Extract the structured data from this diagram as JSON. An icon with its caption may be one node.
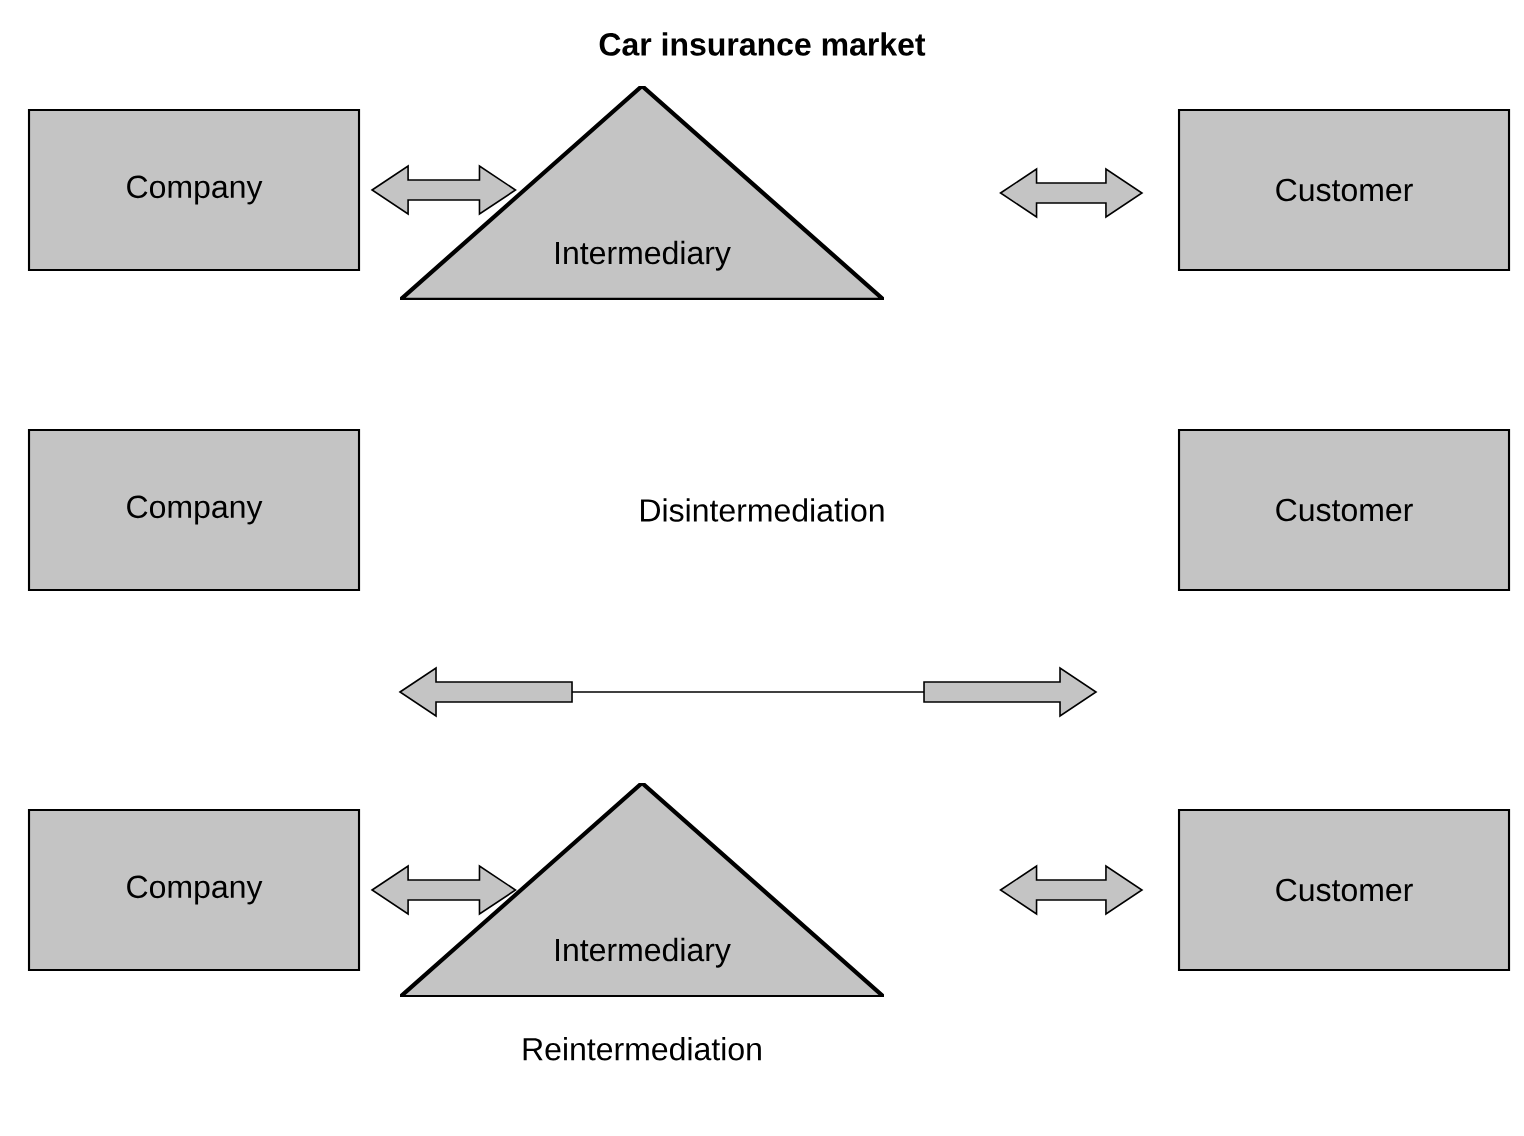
{
  "diagram": {
    "title": "Car insurance market",
    "nodes": [
      {
        "text": [
          "Company"
        ]
      },
      {
        "text": [
          "Intermediary"
        ]
      },
      {
        "text": [
          "Customer"
        ]
      },
      {
        "text": [
          "Company"
        ]
      },
      {
        "text": [
          "Customer"
        ]
      },
      {
        "text": [
          "Company"
        ]
      },
      {
        "text": [
          "Intermediary"
        ],
        "beside": [
          "Reintermediation"
        ]
      },
      {
        "text": [
          "Customer"
        ]
      }
    ],
    "edges": [
      {
        "from": 0,
        "to": 1,
        "arrow": "both"
      },
      {
        "from": 1,
        "to": 2,
        "arrow": "both"
      },
      {
        "from": 5,
        "to": 6,
        "arrow": "both"
      },
      {
        "from": 6,
        "to": 7,
        "arrow": "both"
      }
    ],
    "labels": [
      "Disintermediation"
    ]
  }
}
